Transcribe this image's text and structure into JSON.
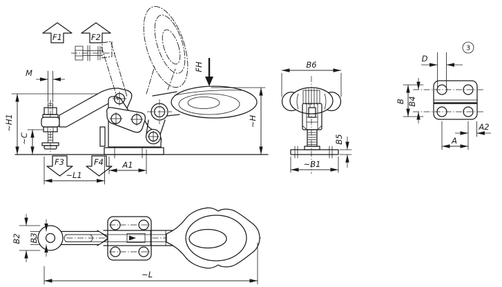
{
  "drawing": {
    "kind": "toggle-clamp-technical-drawing",
    "colors": {
      "line": "#1a1a1a",
      "background": "#ffffff"
    },
    "labels": {
      "side": {
        "f1": "F1",
        "f2": "F2",
        "m": "M",
        "fh": "FH",
        "h1": "~H1",
        "c": "~C",
        "f3": "F3",
        "f4": "F4",
        "l1": "~L1",
        "a1": "A1",
        "h": "~H"
      },
      "front": {
        "b6": "B6",
        "b5": "B5",
        "b1": "~B1"
      },
      "plate": {
        "item_no": "3",
        "d": "D",
        "b": "B",
        "b4": "B4",
        "a2": "A2",
        "a": "A"
      },
      "top": {
        "b2": "B2",
        "b3": "B3",
        "l": "~L"
      }
    }
  }
}
